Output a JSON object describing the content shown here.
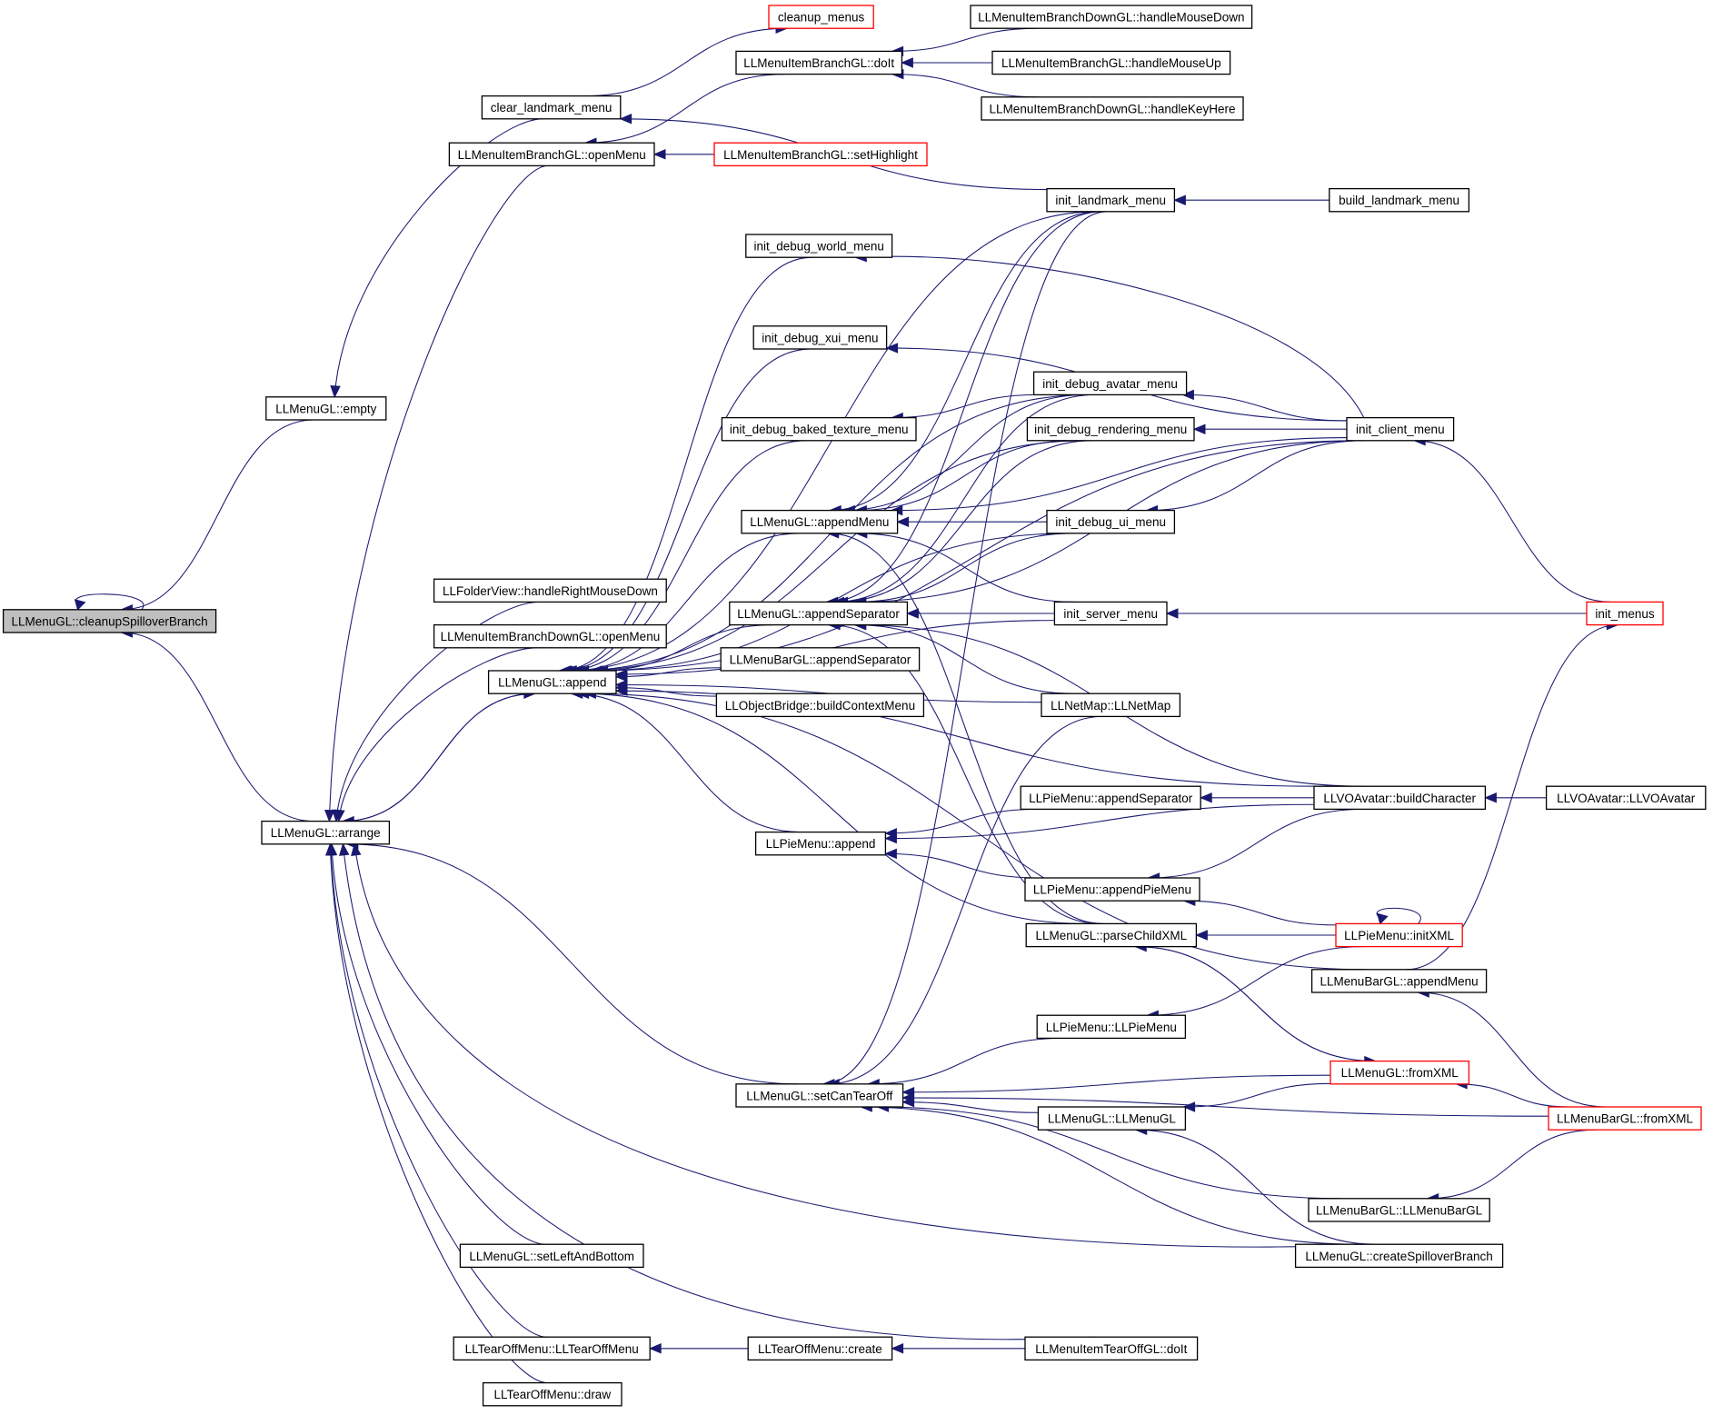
{
  "colors": {
    "edge": "#191970",
    "node_border": "#000000",
    "truncated_node_border": "#ff0000",
    "root_fill": "#bfbfbf",
    "background": "#ffffff"
  },
  "nodes": [
    {
      "id": "root",
      "label": "LLMenuGL::cleanupSpilloverBranch",
      "root": true
    },
    {
      "id": "empty",
      "label": "LLMenuGL::empty"
    },
    {
      "id": "arrange",
      "label": "LLMenuGL::arrange"
    },
    {
      "id": "clear_landmark",
      "label": "clear_landmark_menu"
    },
    {
      "id": "branch_openmenu",
      "label": "LLMenuItemBranchGL::openMenu"
    },
    {
      "id": "cleanup_menus",
      "label": "cleanup_menus",
      "truncated": true
    },
    {
      "id": "branch_doit",
      "label": "LLMenuItemBranchGL::doIt"
    },
    {
      "id": "bd_mousedown",
      "label": "LLMenuItemBranchDownGL::handleMouseDown"
    },
    {
      "id": "b_mouseup",
      "label": "LLMenuItemBranchGL::handleMouseUp"
    },
    {
      "id": "bd_keyhere",
      "label": "LLMenuItemBranchDownGL::handleKeyHere"
    },
    {
      "id": "setHighlight",
      "label": "LLMenuItemBranchGL::setHighlight",
      "truncated": true
    },
    {
      "id": "init_landmark",
      "label": "init_landmark_menu"
    },
    {
      "id": "build_landmark",
      "label": "build_landmark_menu"
    },
    {
      "id": "dbg_world",
      "label": "init_debug_world_menu"
    },
    {
      "id": "dbg_xui",
      "label": "init_debug_xui_menu"
    },
    {
      "id": "dbg_avatar",
      "label": "init_debug_avatar_menu"
    },
    {
      "id": "dbg_baked",
      "label": "init_debug_baked_texture_menu"
    },
    {
      "id": "dbg_render",
      "label": "init_debug_rendering_menu"
    },
    {
      "id": "init_client",
      "label": "init_client_menu"
    },
    {
      "id": "appendMenu",
      "label": "LLMenuGL::appendMenu"
    },
    {
      "id": "dbg_ui",
      "label": "init_debug_ui_menu"
    },
    {
      "id": "folder_rmd",
      "label": "LLFolderView::handleRightMouseDown"
    },
    {
      "id": "appendSep",
      "label": "LLMenuGL::appendSeparator"
    },
    {
      "id": "init_server",
      "label": "init_server_menu"
    },
    {
      "id": "init_menus",
      "label": "init_menus",
      "truncated": true
    },
    {
      "id": "bd_openmenu",
      "label": "LLMenuItemBranchDownGL::openMenu"
    },
    {
      "id": "bar_appendSep",
      "label": "LLMenuBarGL::appendSeparator"
    },
    {
      "id": "append",
      "label": "LLMenuGL::append"
    },
    {
      "id": "objbridge",
      "label": "LLObjectBridge::buildContextMenu"
    },
    {
      "id": "netmap",
      "label": "LLNetMap::LLNetMap"
    },
    {
      "id": "pie_appendSep",
      "label": "LLPieMenu::appendSeparator"
    },
    {
      "id": "buildChar",
      "label": "LLVOAvatar::buildCharacter"
    },
    {
      "id": "vo_ctor",
      "label": "LLVOAvatar::LLVOAvatar"
    },
    {
      "id": "pie_append",
      "label": "LLPieMenu::append"
    },
    {
      "id": "pie_appendPie",
      "label": "LLPieMenu::appendPieMenu"
    },
    {
      "id": "parseChild",
      "label": "LLMenuGL::parseChildXML"
    },
    {
      "id": "pie_initxml",
      "label": "LLPieMenu::initXML",
      "truncated": true
    },
    {
      "id": "bar_appendMenu",
      "label": "LLMenuBarGL::appendMenu"
    },
    {
      "id": "pie_ctor",
      "label": "LLPieMenu::LLPieMenu"
    },
    {
      "id": "setTearOff",
      "label": "LLMenuGL::setCanTearOff"
    },
    {
      "id": "fromxml",
      "label": "LLMenuGL::fromXML",
      "truncated": true
    },
    {
      "id": "menugl_ctor",
      "label": "LLMenuGL::LLMenuGL"
    },
    {
      "id": "bar_fromxml",
      "label": "LLMenuBarGL::fromXML",
      "truncated": true
    },
    {
      "id": "bar_ctor",
      "label": "LLMenuBarGL::LLMenuBarGL"
    },
    {
      "id": "setLeftBottom",
      "label": "LLMenuGL::setLeftAndBottom"
    },
    {
      "id": "createSpill",
      "label": "LLMenuGL::createSpilloverBranch"
    },
    {
      "id": "tearoff_ctor",
      "label": "LLTearOffMenu::LLTearOffMenu"
    },
    {
      "id": "tearoff_create",
      "label": "LLTearOffMenu::create"
    },
    {
      "id": "tearoff_doit",
      "label": "LLMenuItemTearOffGL::doIt"
    },
    {
      "id": "tearoff_draw",
      "label": "LLTearOffMenu::draw"
    }
  ]
}
